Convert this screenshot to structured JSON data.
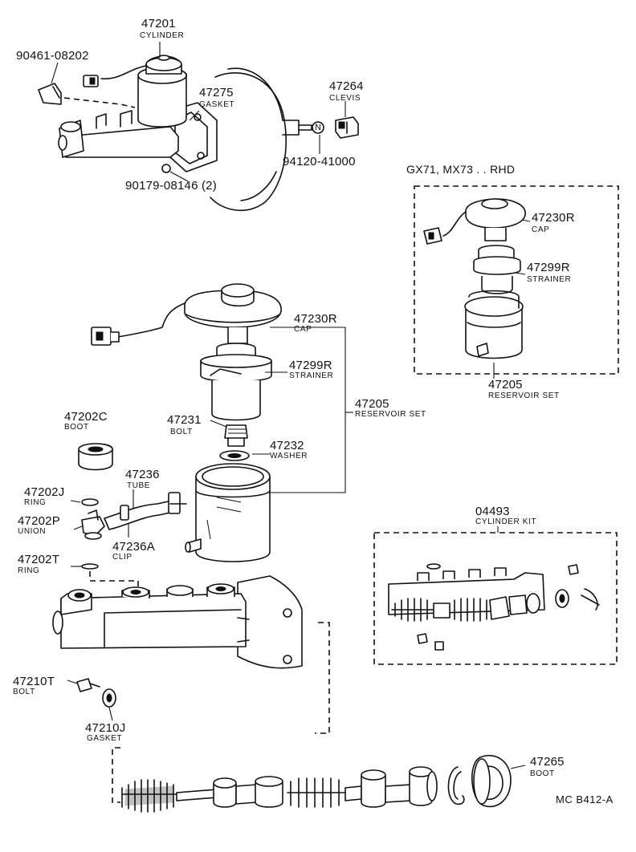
{
  "parts": {
    "p47201": {
      "number": "47201",
      "name": "CYLINDER"
    },
    "p90461": {
      "number": "90461-08202"
    },
    "p47275": {
      "number": "47275",
      "name": "GASKET"
    },
    "p47264": {
      "number": "47264",
      "name": "CLEVIS"
    },
    "p94120": {
      "number": "94120-41000"
    },
    "p90179": {
      "number": "90179-08146 (2)"
    },
    "p47230R": {
      "number": "47230R",
      "name": "CAP"
    },
    "p47299R": {
      "number": "47299R",
      "name": "STRAINER"
    },
    "p47205": {
      "number": "47205",
      "name": "RESERVOIR SET"
    },
    "p47202C": {
      "number": "47202C",
      "name": "BOOT"
    },
    "p47231": {
      "number": "47231",
      "name": "BOLT"
    },
    "p47232": {
      "number": "47232",
      "name": "WASHER"
    },
    "p47236": {
      "number": "47236",
      "name": "TUBE"
    },
    "p47202J": {
      "number": "47202J",
      "name": "RING"
    },
    "p47202P": {
      "number": "47202P",
      "name": "UNION"
    },
    "p47236A": {
      "number": "47236A",
      "name": "CLIP"
    },
    "p47202T": {
      "number": "47202T",
      "name": "RING"
    },
    "p47210T": {
      "number": "47210T",
      "name": "BOLT"
    },
    "p47210J": {
      "number": "47210J",
      "name": "GASKET"
    },
    "p47265": {
      "number": "47265",
      "name": "BOOT"
    },
    "p04493": {
      "number": "04493",
      "name": "CYLINDER KIT"
    }
  },
  "inset": {
    "title": "GX71, MX73 . . RHD",
    "cap": {
      "number": "47230R",
      "name": "CAP"
    },
    "strainer": {
      "number": "47299R",
      "name": "STRAINER"
    },
    "reservoir": {
      "number": "47205",
      "name": "RESERVOIR SET"
    }
  },
  "diagram_code": "MC B412-A",
  "booster_marker": "N"
}
